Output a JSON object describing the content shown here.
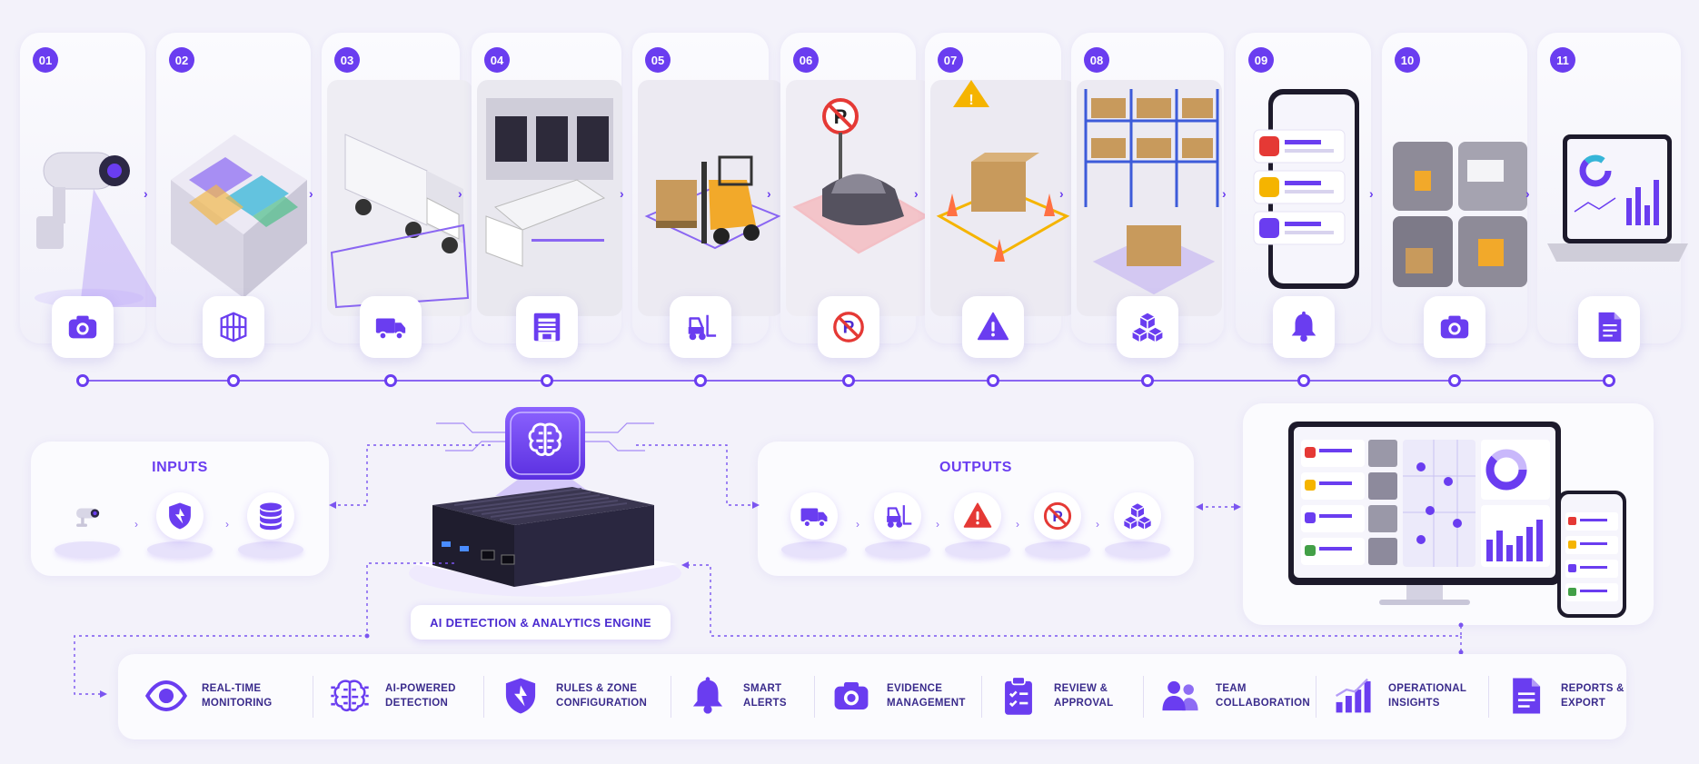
{
  "steps": [
    {
      "num": "01",
      "icon": "camera-icon",
      "scene": "security-camera"
    },
    {
      "num": "02",
      "icon": "zone-map-icon",
      "scene": "warehouse-zones"
    },
    {
      "num": "03",
      "icon": "truck-icon",
      "scene": "truck-yard"
    },
    {
      "num": "04",
      "icon": "dock-door-icon",
      "scene": "loading-dock"
    },
    {
      "num": "05",
      "icon": "forklift-icon",
      "scene": "forklift"
    },
    {
      "num": "06",
      "icon": "no-parking-icon",
      "scene": "no-parking-zone"
    },
    {
      "num": "07",
      "icon": "warning-icon",
      "scene": "hazard-cones"
    },
    {
      "num": "08",
      "icon": "boxes-icon",
      "scene": "storage-racks"
    },
    {
      "num": "09",
      "icon": "bell-icon",
      "scene": "phone-alerts"
    },
    {
      "num": "10",
      "icon": "camera-icon",
      "scene": "evidence-snapshots"
    },
    {
      "num": "11",
      "icon": "document-icon",
      "scene": "laptop-report"
    }
  ],
  "inputs": {
    "title": "INPUTS",
    "items": [
      "camera-icon",
      "shield-icon",
      "database-icon"
    ]
  },
  "engine": {
    "label": "AI DETECTION & ANALYTICS ENGINE",
    "icon": "brain-chip-icon"
  },
  "outputs": {
    "title": "OUTPUTS",
    "items": [
      "truck-icon",
      "forklift-icon",
      "warning-icon",
      "no-parking-icon",
      "boxes-icon"
    ]
  },
  "features": [
    {
      "icon": "eye-icon",
      "label": "REAL-TIME\nMONITORING"
    },
    {
      "icon": "brain-icon",
      "label": "AI-POWERED\nDETECTION"
    },
    {
      "icon": "shield-icon",
      "label": "RULES & ZONE\nCONFIGURATION"
    },
    {
      "icon": "bell-icon",
      "label": "SMART\nALERTS"
    },
    {
      "icon": "camera-icon",
      "label": "EVIDENCE\nMANAGEMENT"
    },
    {
      "icon": "clipboard-icon",
      "label": "REVIEW &\nAPPROVAL"
    },
    {
      "icon": "team-icon",
      "label": "TEAM\nCOLLABORATION"
    },
    {
      "icon": "bar-chart-icon",
      "label": "OPERATIONAL\nINSIGHTS"
    },
    {
      "icon": "document-icon",
      "label": "REPORTS &\nEXPORT"
    }
  ],
  "colors": {
    "accent": "#6a3df0",
    "accent_light": "#8a66f2",
    "alert": "#e53935",
    "warning": "#f5b400",
    "background": "#f3f2fa"
  }
}
